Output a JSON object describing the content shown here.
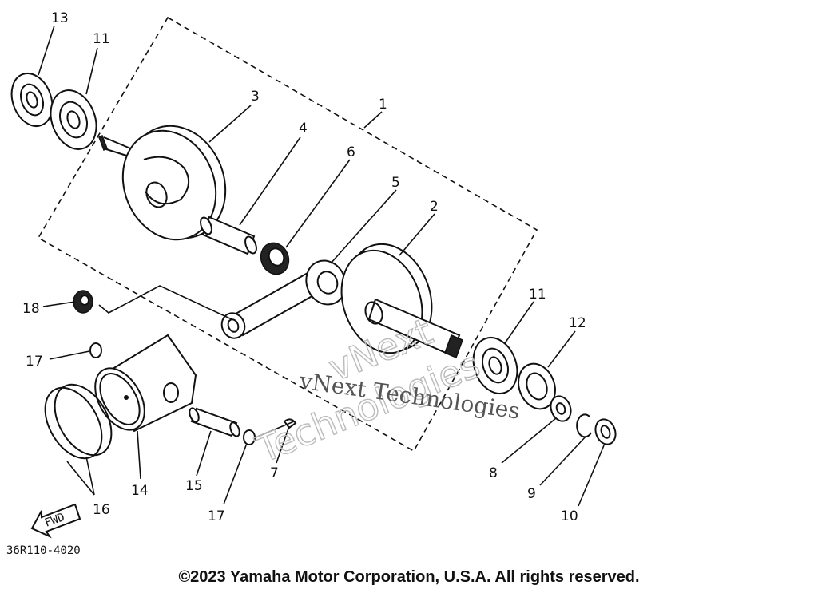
{
  "diagram": {
    "callouts": [
      {
        "id": "c13",
        "label": "13"
      },
      {
        "id": "c11a",
        "label": "11"
      },
      {
        "id": "c3",
        "label": "3"
      },
      {
        "id": "c1",
        "label": "1"
      },
      {
        "id": "c4",
        "label": "4"
      },
      {
        "id": "c6",
        "label": "6"
      },
      {
        "id": "c5",
        "label": "5"
      },
      {
        "id": "c2",
        "label": "2"
      },
      {
        "id": "c11b",
        "label": "11"
      },
      {
        "id": "c12",
        "label": "12"
      },
      {
        "id": "c18",
        "label": "18"
      },
      {
        "id": "c17a",
        "label": "17"
      },
      {
        "id": "c14",
        "label": "14"
      },
      {
        "id": "c15",
        "label": "15"
      },
      {
        "id": "c16",
        "label": "16"
      },
      {
        "id": "c17b",
        "label": "17"
      },
      {
        "id": "c7",
        "label": "7"
      },
      {
        "id": "c8",
        "label": "8"
      },
      {
        "id": "c9",
        "label": "9"
      },
      {
        "id": "c10",
        "label": "10"
      }
    ],
    "fwd_label": "FWD",
    "reference_code": "36R110-4020",
    "watermark_text": "vNext Technologies",
    "watermark_large_line1": "vNext",
    "watermark_large_line2": "Technologies"
  },
  "footer": {
    "copyright": "©2023 Yamaha Motor Corporation, U.S.A. All rights reserved."
  }
}
